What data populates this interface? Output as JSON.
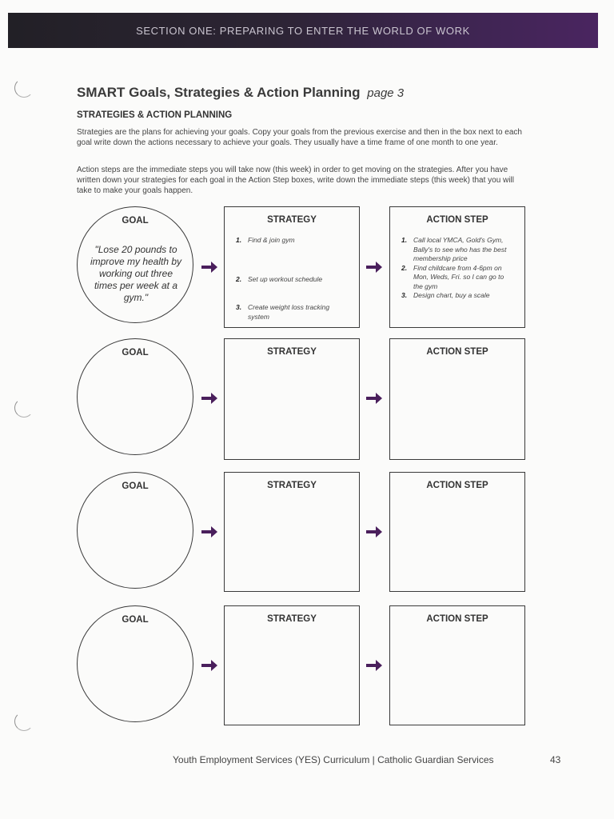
{
  "header": {
    "banner": "SECTION ONE: PREPARING TO ENTER THE WORLD OF WORK"
  },
  "title": {
    "main": "SMART Goals, Strategies & Action Planning",
    "page": "page 3"
  },
  "section_heading": "STRATEGIES & ACTION PLANNING",
  "paragraphs": [
    "Strategies are the plans for achieving your goals. Copy your goals from the previous exercise and then in the box next to each goal write down the actions necessary to achieve your goals.  They usually have a time frame of one month to one year.",
    "Action steps are the immediate steps you will take now (this week) in order to get moving on the strategies. After you have written down your strategies for each goal in the Action Step boxes, write down the immediate steps (this week) that you will take to make your goals happen."
  ],
  "labels": {
    "goal": "GOAL",
    "strategy": "STRATEGY",
    "action_step": "ACTION STEP"
  },
  "example": {
    "goal": "\"Lose 20 pounds to improve my health by working out three times per week at a gym.\"",
    "strategies": [
      {
        "num": "1.",
        "text": "Find & join gym"
      },
      {
        "num": "2.",
        "text": "Set up workout schedule"
      },
      {
        "num": "3.",
        "text": "Create weight loss tracking system"
      }
    ],
    "actions": [
      {
        "num": "1.",
        "text": "Call local YMCA, Gold's Gym, Bally's to see who has the best membership price"
      },
      {
        "num": "2.",
        "text": "Find childcare from 4-6pm on Mon, Weds, Fri. so I can go to the gym"
      },
      {
        "num": "3.",
        "text": "Design chart, buy a scale"
      }
    ]
  },
  "footer": {
    "text": "Youth Employment Services (YES) Curriculum | Catholic Guardian Services",
    "page_number": "43"
  },
  "colors": {
    "banner": "#3d2550",
    "arrow": "#4a1f5c",
    "border": "#3a3a3a"
  },
  "icons": {
    "arrow": "right-arrow-icon",
    "punch": "punch-hole-icon"
  }
}
